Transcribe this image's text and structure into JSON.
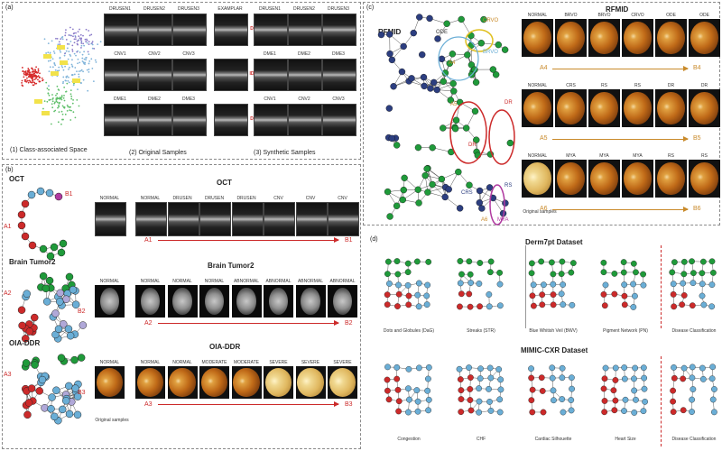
{
  "panels": {
    "a": {
      "tag": "(a)",
      "captions": [
        "(1)  Class-associated Space",
        "(2)  Original Samples",
        "(3)  Synthetic Samples"
      ],
      "orig_headers": [
        [
          "DRUSEN1",
          "DRUSEN2",
          "DRUSEN3"
        ],
        [
          "CNV1",
          "CNV2",
          "CNV3"
        ],
        [
          "DME1",
          "DME2",
          "DME3"
        ]
      ],
      "synth_headers": [
        [
          "EXAMPLAR",
          "DRUSEN1",
          "DRUSEN2",
          "DRUSEN3"
        ],
        [
          "",
          "DME1",
          "DME2",
          "DME3"
        ],
        [
          "",
          "CNV1",
          "CNV2",
          "CNV3"
        ]
      ],
      "row_marks": [
        "D",
        "ID",
        "D"
      ]
    },
    "b": {
      "tag": "(b)",
      "rows": [
        {
          "name": "OCT",
          "title": "OCT",
          "start": "A1",
          "end": "B1",
          "samples": [
            "NORMAL",
            "NORMAL",
            "DRUSEN",
            "DRUSEN",
            "DRUSEN",
            "CNV",
            "CNV",
            "CNV"
          ]
        },
        {
          "name": "Brain Tumor2",
          "title": "Brain Tumor2",
          "start": "A2",
          "end": "B2",
          "samples": [
            "NORMAL",
            "NORMAL",
            "NORMAL",
            "NORMAL",
            "ABNORMAL",
            "ABNORMAL",
            "ABNORMAL",
            "ABNORMAL"
          ]
        },
        {
          "name": "OIA-DDR",
          "title": "OIA-DDR",
          "start": "A3",
          "end": "B3",
          "samples": [
            "NORMAL",
            "NORMAL",
            "NORMAL",
            "MODERATE",
            "MODERATE",
            "SEVERE",
            "SEVERE",
            "SEVERE"
          ]
        }
      ],
      "original_label": "Original samples"
    },
    "c": {
      "tag": "(c)",
      "left_title": "RFMID",
      "right_title": "RFMID",
      "node_labels": [
        "ODE",
        "CRVO",
        "BRVO",
        "DR",
        "DR",
        "RS",
        "MYA",
        "A4",
        "A5",
        "A6",
        "CRS"
      ],
      "rows": [
        {
          "headers": [
            "NORMAL",
            "BRVO",
            "BRVO",
            "CRVO",
            "ODE",
            "ODE"
          ],
          "start": "A4",
          "end": "B4"
        },
        {
          "headers": [
            "NORMAL",
            "CRS",
            "RS",
            "RS",
            "DR",
            "DR"
          ],
          "start": "A5",
          "end": "B5"
        },
        {
          "headers": [
            "NORMAL",
            "MYA",
            "MYA",
            "MYA",
            "RS",
            "RS"
          ],
          "start": "A6",
          "end": "B6"
        }
      ],
      "original_label": "Original samples"
    },
    "d": {
      "tag": "(d)",
      "derm_title": "Derm7pt Dataset",
      "derm_labels": [
        "Dots and Globules (DaG)",
        "Streaks (STR)",
        "Blue Whitish Veil (BWV)",
        "Pigment Network (PN)",
        "Disease Classification"
      ],
      "cxr_title": "MIMIC-CXR Dataset",
      "cxr_labels": [
        "Congestion",
        "CHF",
        "Cardiac Silhouette",
        "Heart Size",
        "Disease Classification"
      ]
    }
  },
  "colors": {
    "red": "#cc2a2a",
    "green": "#1f9a3a",
    "blue": "#6aaed6",
    "navy": "#2c3e80",
    "orange": "#c98a2a",
    "purple": "#b03aa0",
    "yellow": "#e0c020"
  }
}
